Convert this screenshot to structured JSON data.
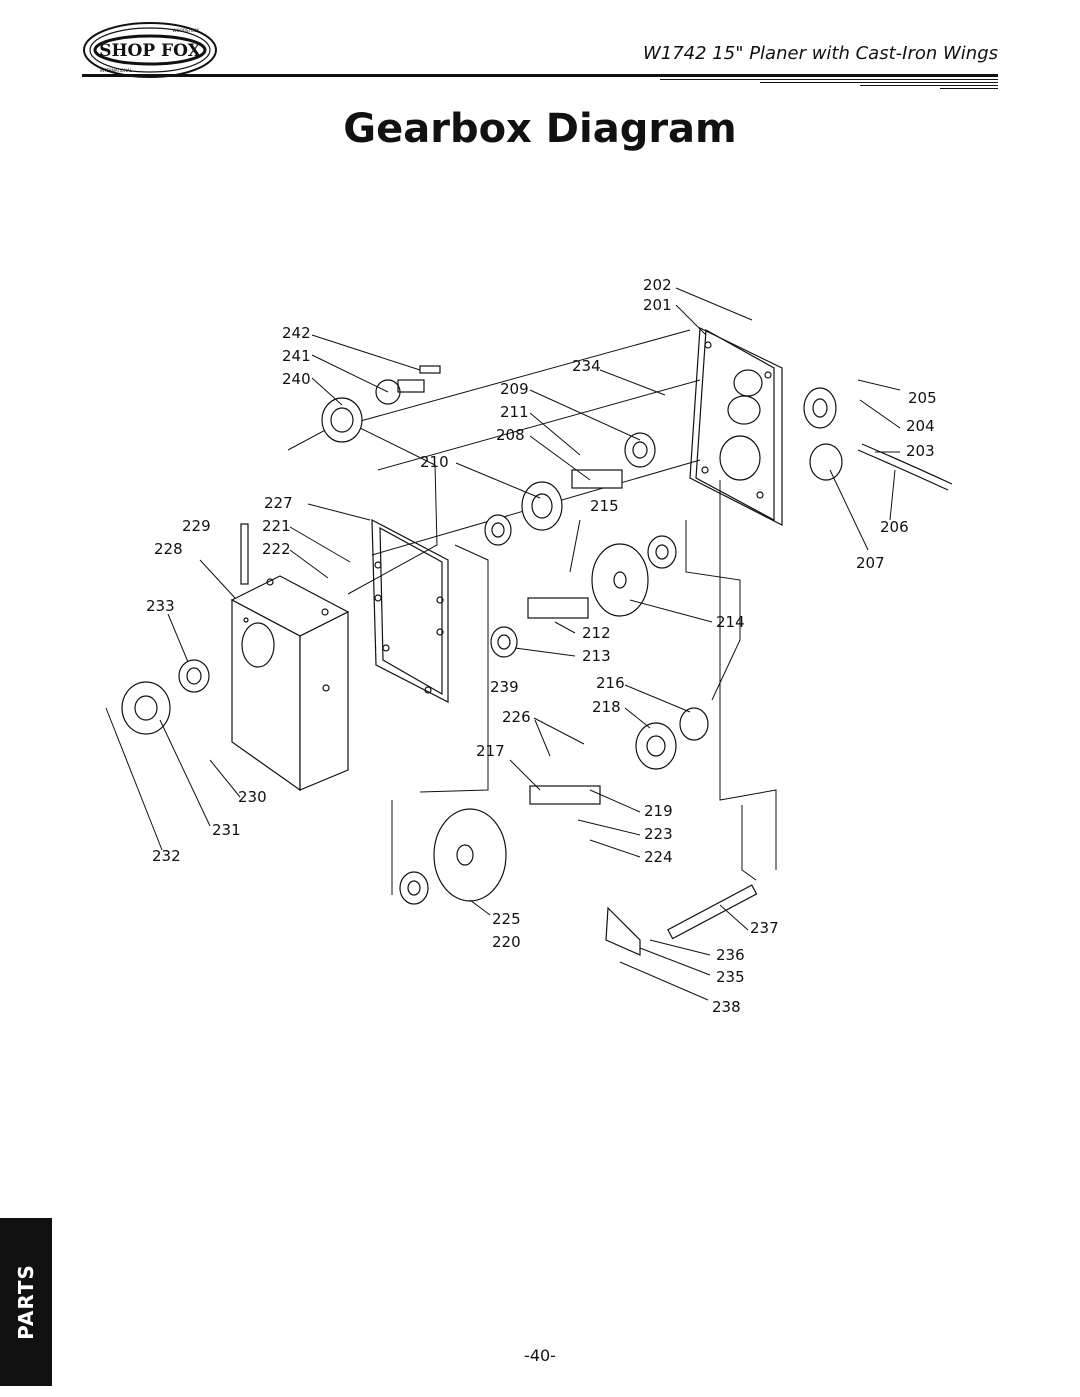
{
  "header": {
    "brand": "SHOP FOX",
    "brand_ring_top": "WOODSTOCK",
    "brand_ring_bottom": "INTERNATIONAL",
    "title": "W1742 15\" Planer with Cast-Iron Wings"
  },
  "page_title": "Gearbox Diagram",
  "side_tab": "PARTS",
  "page_number": "-40-",
  "part_labels": [
    "201",
    "202",
    "203",
    "204",
    "205",
    "206",
    "207",
    "208",
    "209",
    "210",
    "211",
    "212",
    "213",
    "214",
    "215",
    "216",
    "217",
    "218",
    "219",
    "220",
    "221",
    "222",
    "223",
    "224",
    "225",
    "226",
    "227",
    "228",
    "229",
    "230",
    "231",
    "232",
    "233",
    "234",
    "235",
    "236",
    "237",
    "238",
    "239",
    "240",
    "241",
    "242"
  ]
}
